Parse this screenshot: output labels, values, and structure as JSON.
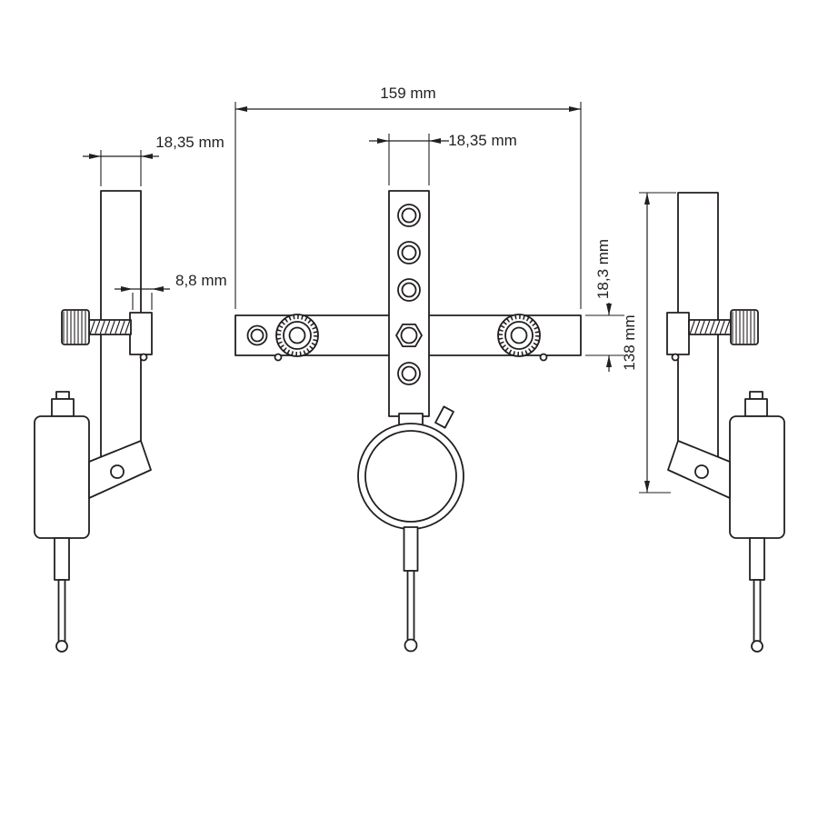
{
  "dimensions": {
    "total_width": "159 mm",
    "side_bar_width": "18,35 mm",
    "front_bar_width": "18,35 mm",
    "clamp_block_width": "8,8 mm",
    "crossbar_thickness": "18,3 mm",
    "vertical_bar_length": "138 mm"
  },
  "colors": {
    "ink": "#231f20",
    "background": "#ffffff"
  }
}
